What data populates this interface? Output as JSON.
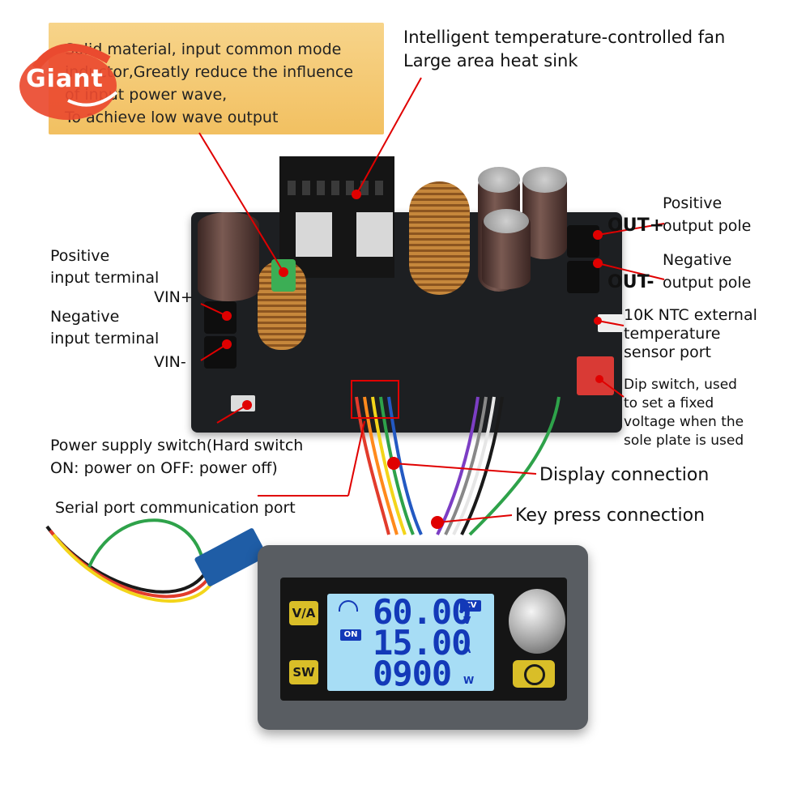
{
  "logo": {
    "text": "Giant"
  },
  "callout": {
    "lines": [
      "Solid material, input common mode",
      "inductor,Greatly reduce the influence",
      "of input power wave,",
      "To achieve low wave output"
    ]
  },
  "labels": {
    "fan_line1": "Intelligent temperature-controlled fan",
    "fan_line2": "Large area heat sink",
    "pos_out_line1": "Positive",
    "pos_out_line2": "output pole",
    "out_plus": "OUT+",
    "neg_out_line1": "Negative",
    "neg_out_line2": "output pole",
    "out_minus": "OUT-",
    "pos_in_line1": "Positive",
    "pos_in_line2": "input terminal",
    "vin_plus": "VIN+",
    "neg_in_line1": "Negative",
    "neg_in_line2": "input terminal",
    "vin_minus": "VIN-",
    "ntc_line1": "10K NTC external",
    "ntc_line2": "temperature",
    "ntc_line3": "sensor port",
    "dip_line1": "Dip switch, used",
    "dip_line2": "to set a fixed",
    "dip_line3": "voltage when the",
    "dip_line4": "sole plate is used",
    "power_switch_line1": "Power supply switch(Hard switch",
    "power_switch_line2": "ON: power on OFF: power off)",
    "display_connection": "Display connection",
    "serial_port": "Serial port communication port",
    "key_press": "Key press connection"
  },
  "module": {
    "btn_va": "V/A",
    "btn_sw": "SW",
    "on_badge": "ON",
    "cv_badge": "CV",
    "voltage": "60.00",
    "voltage_unit": "V",
    "current": "15.00",
    "current_unit": "A",
    "power": "0900",
    "power_unit": "W"
  },
  "colors": {
    "accent_red": "#e00000",
    "callout_bg": "#f2c061",
    "lcd_bg": "#a7ddf5",
    "lcd_digits": "#1339b8",
    "button_yellow": "#d9be28"
  }
}
